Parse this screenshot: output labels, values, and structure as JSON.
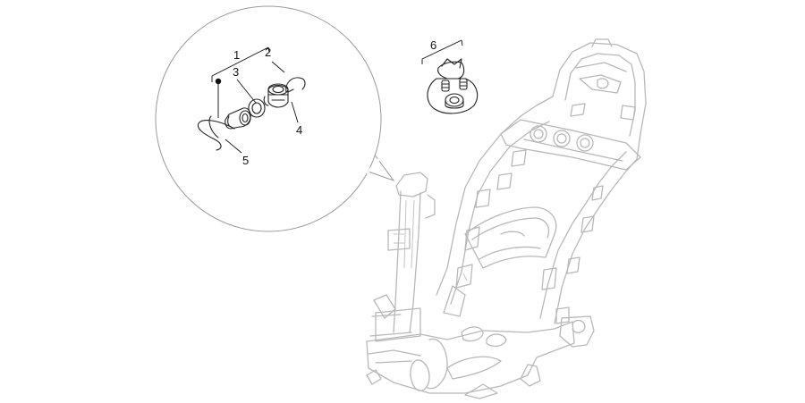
{
  "callouts": [
    {
      "id": "1",
      "label": "1"
    },
    {
      "id": "2",
      "label": "2"
    },
    {
      "id": "3",
      "label": "3"
    },
    {
      "id": "4",
      "label": "4"
    },
    {
      "id": "5",
      "label": "5"
    },
    {
      "id": "6",
      "label": "6"
    }
  ],
  "parts": {
    "p1": "bushing",
    "p2": "spring-clip",
    "p3": "washer",
    "p4": "rubber-grommet",
    "p5": "wire-clip",
    "p6": "hardware-kit-bag"
  },
  "colors": {
    "frame_stroke": "#b8b8b8",
    "part_stroke": "#222222",
    "bubble_stroke": "#9a9a9a",
    "background": "#ffffff"
  }
}
